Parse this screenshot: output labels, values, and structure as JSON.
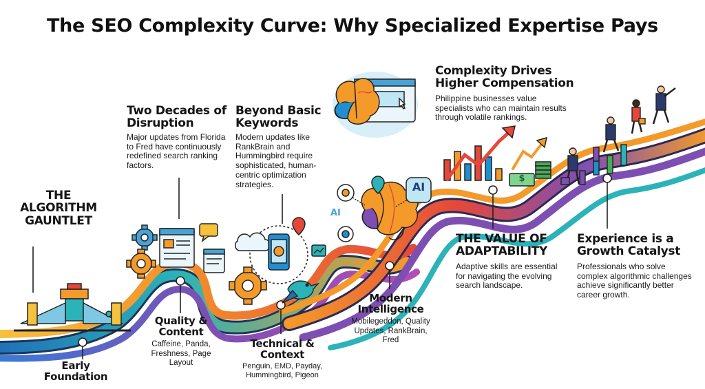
{
  "title": "The SEO Complexity Curve: Why Specialized Expertise Pays",
  "callouts": {
    "gauntlet": {
      "heading": "THE ALGORITHM GAUNTLET"
    },
    "disruption": {
      "heading": "Two Decades of Disruption",
      "body": "Major updates from Florida to Fred have continuously redefined search ranking factors."
    },
    "keywords": {
      "heading": "Beyond Basic Keywords",
      "body": "Modern updates like RankBrain and Hummingbird require sophisticated, human-centric optimization strategies."
    },
    "compensation": {
      "heading": "Complexity Drives Higher Compensation",
      "body": "Philippine businesses value specialists who can maintain results through volatile rankings."
    },
    "adaptability": {
      "heading": "THE VALUE OF ADAPTABILITY",
      "body": "Adaptive skills are essential for navigating the evolving search landscape."
    },
    "growth": {
      "heading": "Experience is a Growth Catalyst",
      "body": "Professionals who solve complex algorithmic challenges achieve significantly better career growth."
    }
  },
  "milestones": {
    "early": {
      "heading": "Early Foundation"
    },
    "quality": {
      "heading": "Quality & Content",
      "body": "Caffeine, Panda, Freshness, Page Layout"
    },
    "technical": {
      "heading": "Technical & Context",
      "body": "Penguin, EMD, Payday, Hummingbird, Pigeon"
    },
    "modern": {
      "heading": "Modern Intelligence",
      "body": "Mobilegeddon, Quality Updates, RankBrain, Fred"
    }
  },
  "icon_text": {
    "ai_badge": "AI",
    "ai_small": "AI",
    "dollar": "$"
  },
  "colors": {
    "blue": "#1f8fd0",
    "teal": "#2bb3b8",
    "orange": "#f39a2b",
    "red": "#e5483a",
    "purple": "#7d4fb3",
    "yellow": "#f6c23e",
    "green": "#49a95a"
  }
}
